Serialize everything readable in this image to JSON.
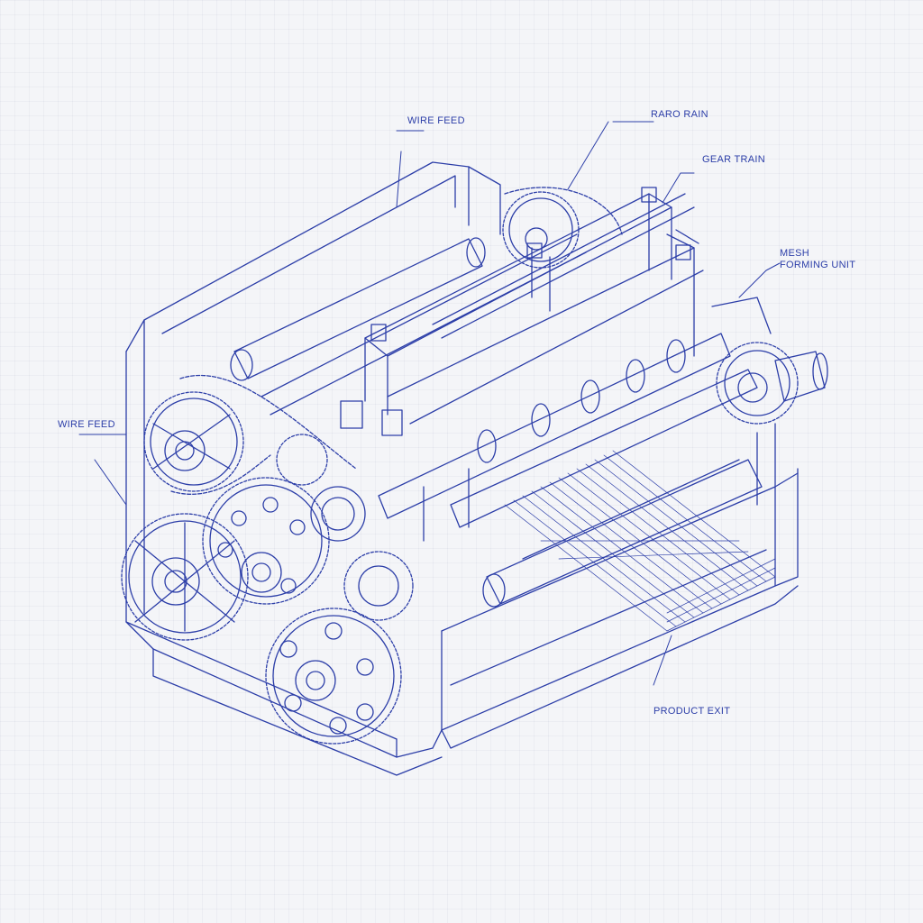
{
  "diagram": {
    "ink_color": "#2c3ea8",
    "background_color": "#f4f5f8",
    "labels": [
      {
        "id": "wire-feed-top",
        "text": "WIRE FEED"
      },
      {
        "id": "raro-train",
        "text": "RARO RAIN"
      },
      {
        "id": "gear-train",
        "text": "GEAR TRAIN"
      },
      {
        "id": "mesh-forming-unit",
        "text": "MESH\nFORMING UNIT"
      },
      {
        "id": "wire-feed-left",
        "text": "WIRE FEED"
      },
      {
        "id": "product-exit",
        "text": "PRODUCT EXIT"
      }
    ]
  }
}
